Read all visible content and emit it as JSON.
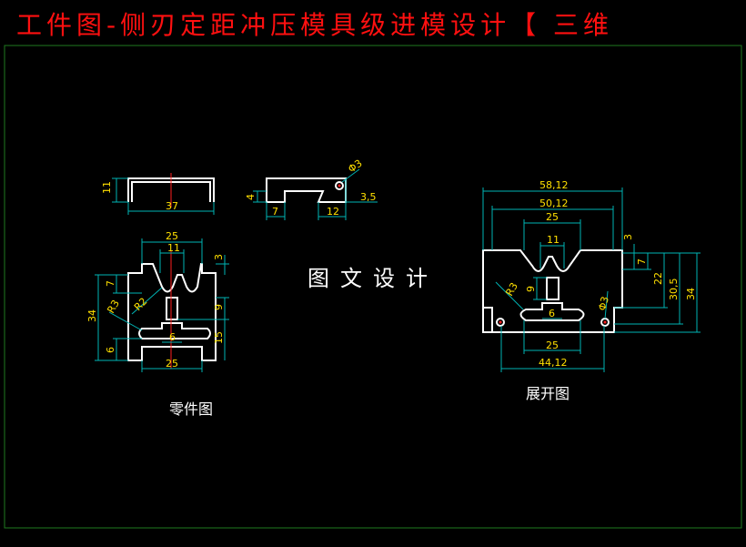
{
  "title": "工件图-侧刃定距冲压模具级进模设计【 三维",
  "watermark": "图文设计",
  "captions": {
    "part": "零件图",
    "unfold": "展开图"
  },
  "dims": {
    "top_a": "11",
    "top_b": "37",
    "side_a": "4",
    "side_b": "7",
    "side_c": "12",
    "side_d": "3,5",
    "side_e": "Φ3",
    "part_25_top": "25",
    "part_11": "11",
    "part_3": "3",
    "part_7": "7",
    "part_34": "34",
    "part_9": "9",
    "part_r3": "R3",
    "part_r2": "R2",
    "part_6": "6",
    "part_6b": "6",
    "part_15": "15",
    "part_25_bot": "25",
    "u_5812": "58,12",
    "u_5012": "50,12",
    "u_25_top": "25",
    "u_11": "11",
    "u_3": "3",
    "u_7": "7",
    "u_22": "22",
    "u_305": "30,5",
    "u_34": "34",
    "u_9": "9",
    "u_r3": "R3",
    "u_6": "6",
    "u_phi": "Φ3",
    "u_25_bot": "25",
    "u_4412": "44,12"
  },
  "colors": {
    "dim": "#00b4b4",
    "dim_text": "#ffe000",
    "red_mark": "#ff2020",
    "frame": "#1f7a1f"
  }
}
